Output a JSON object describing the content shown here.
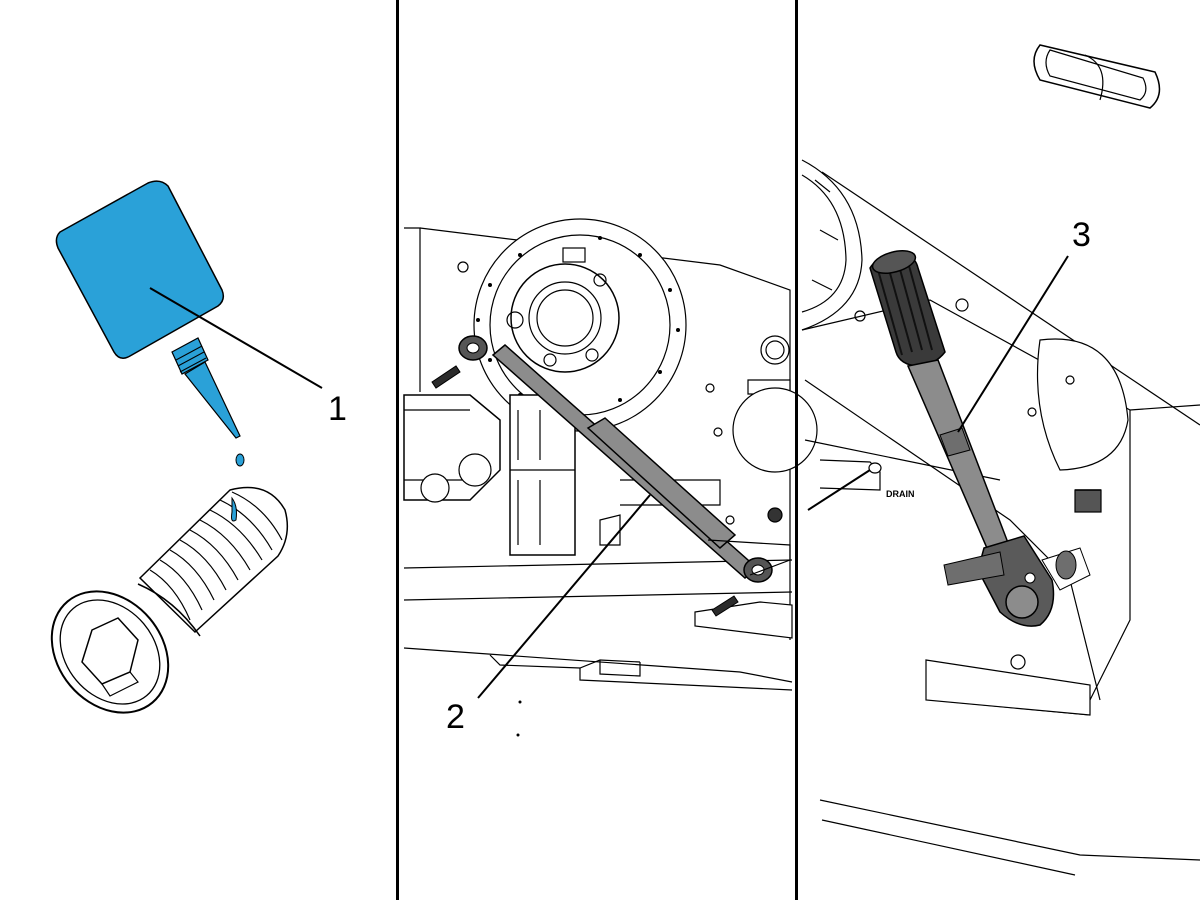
{
  "panels": [
    {
      "callout": "1",
      "drain_label": ""
    },
    {
      "callout": "2"
    },
    {
      "callout": "3",
      "drain_label": "DRAIN"
    }
  ],
  "colors": {
    "loctite_blue": "#2aa1d8",
    "tool_gray": "#8c8c8c",
    "dark_gray": "#3a3a3a",
    "line": "#000000"
  },
  "icons": [
    "threadlocker-bottle-icon",
    "socket-head-cap-screw-icon",
    "support-bar-icon",
    "torque-wrench-icon"
  ]
}
